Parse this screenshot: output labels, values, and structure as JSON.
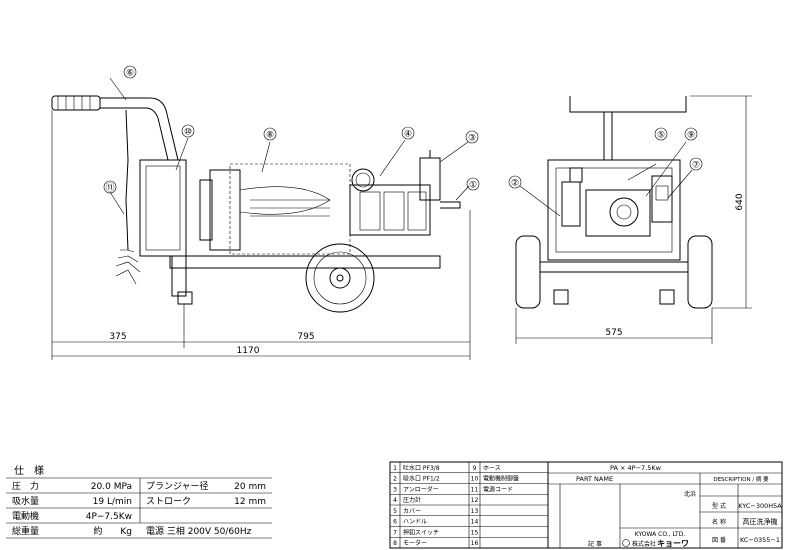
{
  "callouts": [
    "①",
    "②",
    "③",
    "④",
    "⑤",
    "⑥",
    "⑦",
    "⑧",
    "⑨",
    "⑩",
    "⑪"
  ],
  "dimensions": {
    "side_left": "375",
    "side_right": "795",
    "side_total": "1170",
    "front_width": "575",
    "front_height": "640"
  },
  "spec": {
    "title": "仕　様",
    "rows": [
      {
        "k1": "圧　力",
        "v1": "20.0 MPa",
        "k2": "プランジャー径",
        "v2": "20 mm"
      },
      {
        "k1": "吸水量",
        "v1": "19 L/min",
        "k2": "ストローク",
        "v2": "12 mm"
      },
      {
        "k1": "電動機",
        "v1": "4P−7.5Kw",
        "k2": "",
        "v2": ""
      },
      {
        "k1": "総重量",
        "v1": "約　　Kg",
        "k2": "電源 三相 200V 50/60Hz",
        "v2": ""
      }
    ]
  },
  "parts": {
    "left": [
      {
        "no": "1",
        "name": "吐水口 PF3/8"
      },
      {
        "no": "2",
        "name": "吸水口 PF1/2"
      },
      {
        "no": "3",
        "name": "アンローダー"
      },
      {
        "no": "4",
        "name": "圧力計"
      },
      {
        "no": "5",
        "name": "カバー"
      },
      {
        "no": "6",
        "name": "ハンドル"
      },
      {
        "no": "7",
        "name": "押釦スイッチ"
      },
      {
        "no": "8",
        "name": "モーター"
      }
    ],
    "right": [
      {
        "no": "9",
        "name": "ホース"
      },
      {
        "no": "10",
        "name": "電動機制御盤"
      },
      {
        "no": "11",
        "name": "電源コード"
      },
      {
        "no": "12",
        "name": ""
      },
      {
        "no": "13",
        "name": ""
      },
      {
        "no": "14",
        "name": ""
      },
      {
        "no": "15",
        "name": ""
      },
      {
        "no": "16",
        "name": ""
      }
    ]
  },
  "titleblock": {
    "spec_line": "PA × 4P−7.5Kw",
    "part_name_label": "PART NAME",
    "description_label": "DESCRIPTION / 摘 要",
    "model_label": "型 式",
    "model_value": "KYC−300H5A",
    "name_label": "名 称",
    "name_value": "高圧洗浄機",
    "drawing_no_label": "図 番",
    "drawing_no_value": "KC−0355−1",
    "maker_en": "KYOWA CO., LTD.",
    "maker_jp": "株式会社",
    "maker_logo": "キョーワ",
    "scale_label": "北浜",
    "revision_label": "記 事"
  }
}
